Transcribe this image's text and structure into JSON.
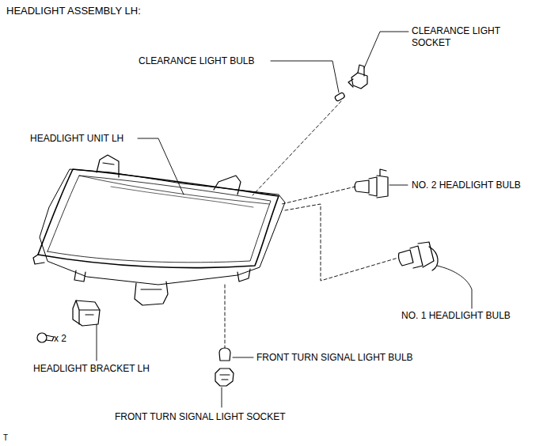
{
  "diagram": {
    "title": "HEADLIGHT ASSEMBLY LH:",
    "labels": [
      "CLEARANCE LIGHT SOCKET",
      "CLEARANCE LIGHT BULB",
      "HEADLIGHT UNIT LH",
      "NO. 2 HEADLIGHT BULB",
      "NO. 1 HEADLIGHT BULB",
      "x 2",
      "HEADLIGHT BRACKET LH",
      "FRONT TURN SIGNAL LIGHT BULB",
      "FRONT TURN SIGNAL LIGHT SOCKET",
      "T"
    ]
  }
}
